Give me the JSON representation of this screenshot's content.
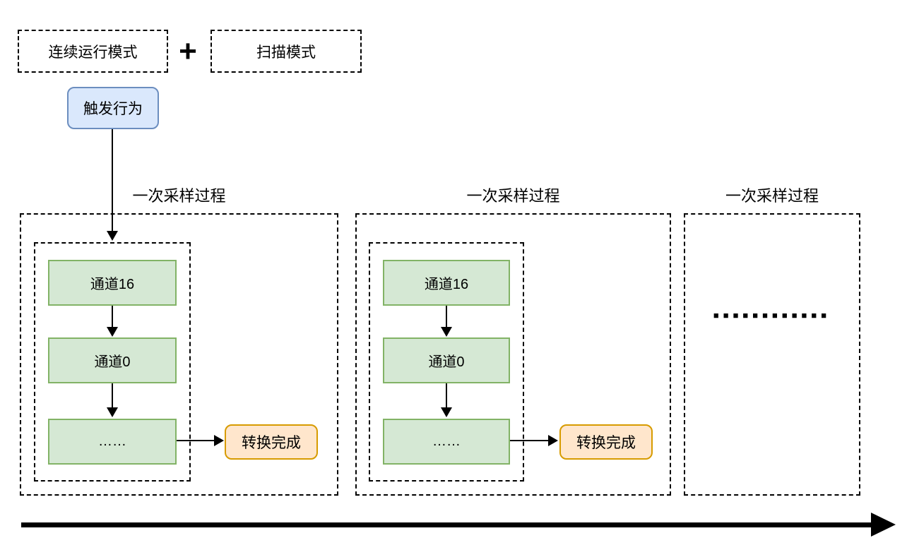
{
  "header": {
    "mode_left": "连续运行模式",
    "plus": "+",
    "mode_right": "扫描模式",
    "trigger": "触发行为"
  },
  "blocks": [
    {
      "title": "一次采样过程",
      "channel_top": "通道16",
      "channel_mid": "通道0",
      "channel_more": "……",
      "done": "转换完成"
    },
    {
      "title": "一次采样过程",
      "channel_top": "通道16",
      "channel_mid": "通道0",
      "channel_more": "……",
      "done": "转换完成"
    },
    {
      "title": "一次采样过程",
      "dots": "■■■■■■■■■■■■"
    }
  ],
  "colors": {
    "green_fill": "#d5e8d4",
    "green_stroke": "#82b366",
    "blue_fill": "#dae8fc",
    "blue_stroke": "#6c8ebf",
    "orange_fill": "#ffe6cc",
    "orange_stroke": "#d79b00",
    "line": "#000000"
  }
}
